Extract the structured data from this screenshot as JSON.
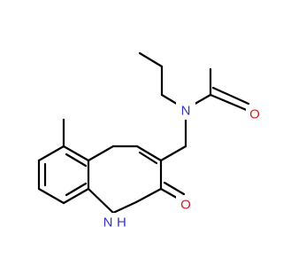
{
  "atoms": {
    "nitrogen_amide": {
      "label": "N",
      "color": "#3333cc"
    },
    "oxygen_acetyl": {
      "label": "O",
      "color": "#cc2222"
    },
    "oxygen_lactam": {
      "label": "O",
      "color": "#cc2222"
    },
    "nitrogen_ring": {
      "label": "H",
      "label_suffix": "N",
      "color": "#3333cc"
    }
  }
}
